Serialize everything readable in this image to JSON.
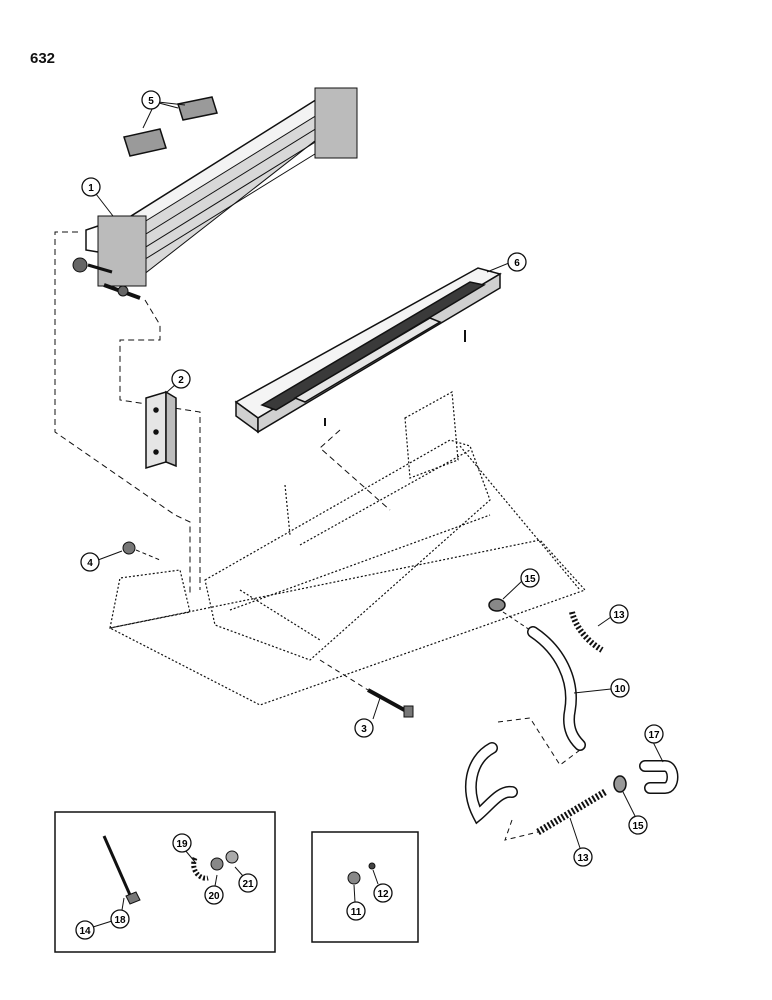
{
  "page": {
    "number": "632"
  },
  "callouts": {
    "c1": "1",
    "c2": "2",
    "c3": "3",
    "c4": "4",
    "c5": "5",
    "c6": "6",
    "c10": "10",
    "c11": "11",
    "c12": "12",
    "c13a": "13",
    "c13b": "13",
    "c14": "14",
    "c15a": "15",
    "c15b": "15",
    "c17": "17",
    "c18": "18",
    "c19": "19",
    "c20": "20",
    "c21": "21"
  }
}
